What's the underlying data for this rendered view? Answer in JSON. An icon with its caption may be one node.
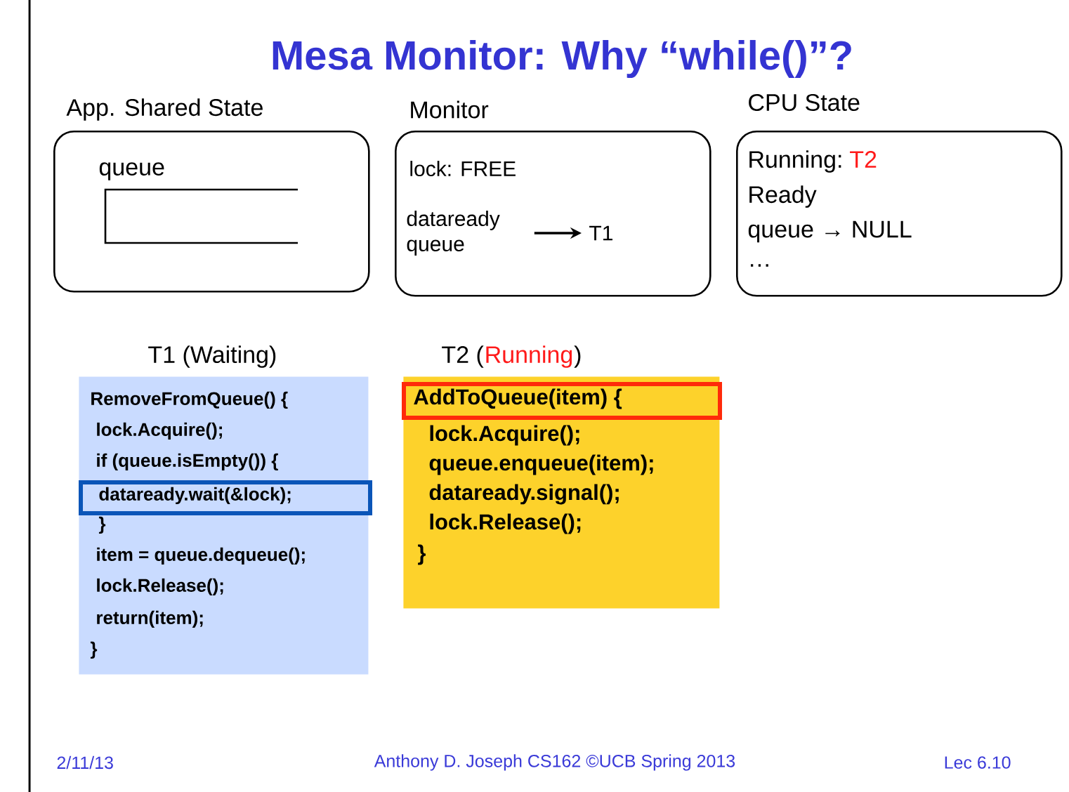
{
  "diagram": {
    "title": "Mesa Monitor: Why “while()”?",
    "nodes": [
      {
        "text": [
          "App. Shared State",
          "queue"
        ]
      },
      {
        "text": [
          "Monitor",
          "lock: FREE"
        ]
      },
      {
        "text": [
          "dataready queue"
        ],
        "in": 1
      },
      {
        "text": [
          "T1"
        ],
        "in": 1
      },
      {
        "text": [
          "CPU State",
          "Running:",
          "T2",
          "Ready",
          "queue → NULL",
          "…"
        ]
      },
      {
        "text": [
          "T1 (Waiting)",
          "RemoveFromQueue() {",
          "lock.Acquire();",
          "if (queue.isEmpty()) {",
          "}",
          "item = queue.dequeue();",
          "lock.Release();",
          "return(item);",
          "}"
        ]
      },
      {
        "text": [
          "dataready.wait(&lock);"
        ],
        "in": 5
      },
      {
        "text": [
          "T2 (",
          "Running",
          ")",
          "lock.Acquire();",
          "queue.enqueue(item);",
          "dataready.signal();",
          "lock.Release();",
          "}"
        ]
      },
      {
        "text": [
          "AddToQueue(item) {"
        ],
        "in": 7
      }
    ],
    "edges": [
      {
        "from": 2,
        "to": 3,
        "arrow": "to"
      }
    ],
    "labels": [
      "2/11/13",
      "Anthony D. Joseph CS162 ©UCB Spring 2013",
      "Lec 6.10"
    ]
  }
}
